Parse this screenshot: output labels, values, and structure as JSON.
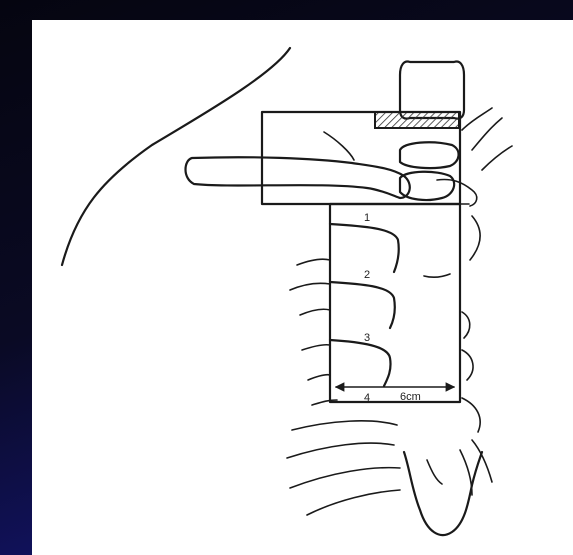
{
  "diagram": {
    "rib_labels": [
      "1",
      "2",
      "3",
      "4"
    ],
    "width_label": "6cm"
  }
}
